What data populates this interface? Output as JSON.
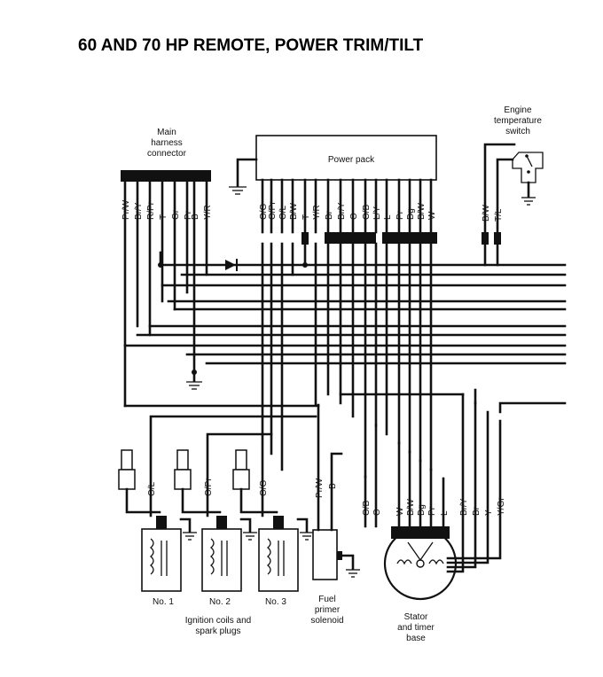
{
  "title": "60 AND 70 HP REMOTE, POWER TRIM/TILT",
  "labels": {
    "main_harness": [
      "Main",
      "harness",
      "connector"
    ],
    "power_pack": "Power pack",
    "engine_temp": [
      "Engine",
      "temperature",
      "switch"
    ],
    "no1": "No. 1",
    "no2": "No. 2",
    "no3": "No. 3",
    "ignition": [
      "Ignition coils and",
      "spark plugs"
    ],
    "fuel_primer": [
      "Fuel",
      "primer",
      "solenoid"
    ],
    "stator": [
      "Stator",
      "and timer",
      "base"
    ]
  },
  "wires": {
    "harness": [
      "Pr/W",
      "Br/Y",
      "R/Pr",
      "T",
      "Gr",
      "Pr",
      "B",
      "Y/R"
    ],
    "power_pack": [
      "O/G",
      "O/Pr",
      "O/L",
      "B/W",
      "T",
      "Y/R",
      "Br",
      "Br/Y",
      "O",
      "O/B",
      "L/Y",
      "L",
      "Pr",
      "Dg",
      "B/W",
      "W"
    ],
    "temp_switch": [
      "B/W",
      "T/L"
    ],
    "coil1": "O/L",
    "coil2": "O/Pr",
    "coil3": "O/G",
    "solenoid": [
      "Pr/W",
      "B"
    ],
    "stator": [
      "O/B",
      "O",
      "W",
      "B/W",
      "Dg",
      "Pr",
      "L",
      "Br/Y",
      "Br",
      "Y",
      "Y/Gr"
    ]
  }
}
